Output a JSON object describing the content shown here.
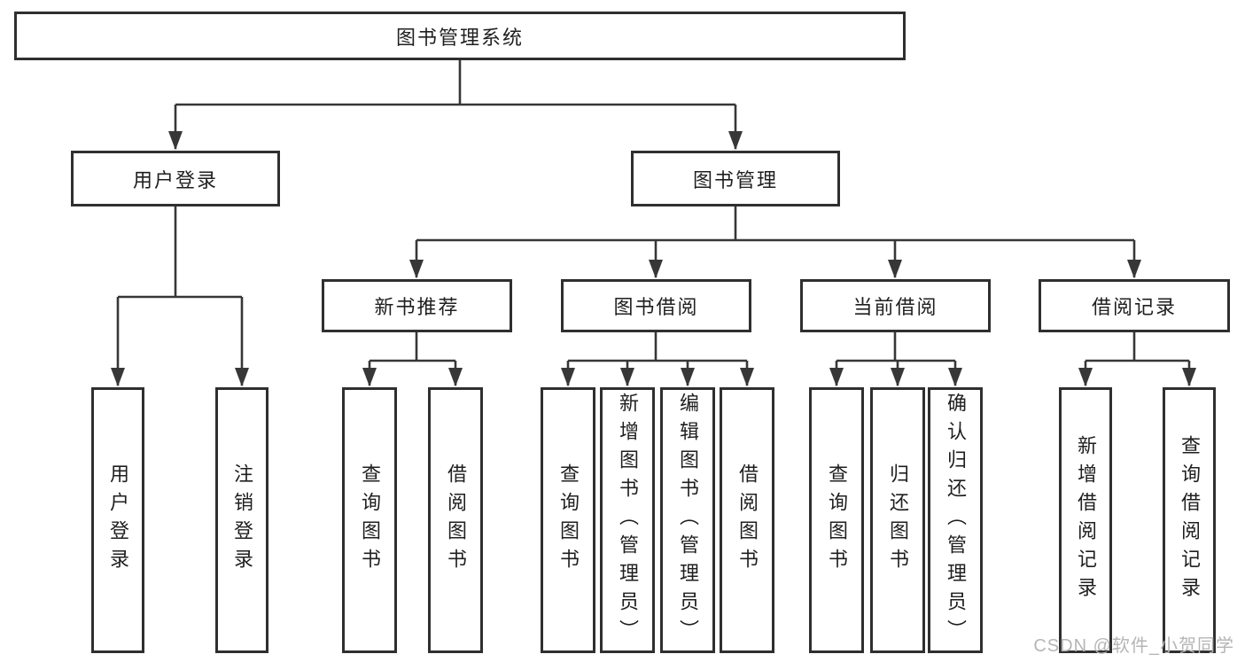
{
  "colors": {
    "line": "#373737",
    "border": "#2f2f2f",
    "text": "#1f1f1f",
    "watermark": "#b5b5b5"
  },
  "watermark": {
    "text": "CSDN @软件_小贺同学"
  },
  "diagram": {
    "type": "hierarchy-tree",
    "root": {
      "label": "图书管理系统"
    },
    "level2": [
      {
        "label": "用户登录",
        "children": [
          {
            "label": "用户登录"
          },
          {
            "label": "注销登录"
          }
        ]
      },
      {
        "label": "图书管理",
        "children": [
          {
            "label": "新书推荐",
            "children": [
              {
                "label": "查询图书"
              },
              {
                "label": "借阅图书"
              }
            ]
          },
          {
            "label": "图书借阅",
            "children": [
              {
                "label": "查询图书"
              },
              {
                "label": "新增图书（管理员）"
              },
              {
                "label": "编辑图书（管理员）"
              },
              {
                "label": "借阅图书"
              }
            ]
          },
          {
            "label": "当前借阅",
            "children": [
              {
                "label": "查询图书"
              },
              {
                "label": "归还图书"
              },
              {
                "label": "确认归还（管理员）"
              }
            ]
          },
          {
            "label": "借阅记录",
            "children": [
              {
                "label": "新增借阅记录"
              },
              {
                "label": "查询借阅记录"
              }
            ]
          }
        ]
      }
    ]
  }
}
